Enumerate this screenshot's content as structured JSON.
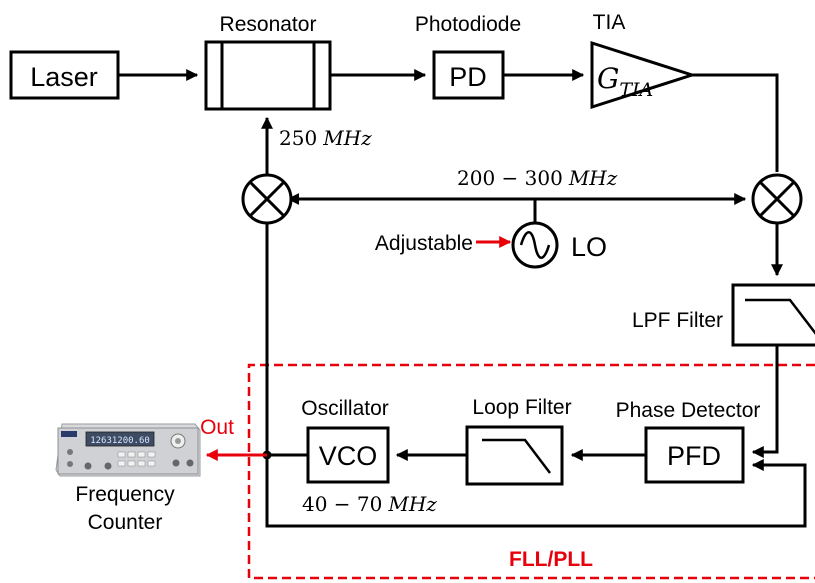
{
  "blocks": {
    "laser": "Laser",
    "resonator": "Resonator",
    "photodiode": "Photodiode",
    "pd": "PD",
    "tia": "TIA",
    "tia_gain_main": "G",
    "tia_gain_sub": "TIA",
    "lo": "LO",
    "lpf": "LPF Filter",
    "phase_detector": "Phase Detector",
    "pfd": "PFD",
    "loop_filter": "Loop Filter",
    "oscillator": "Oscillator",
    "vco": "VCO",
    "counter_line1": "Frequency",
    "counter_line2": "Counter",
    "counter_display": "12631200.60"
  },
  "labels": {
    "freq_250": "250",
    "freq_250_unit": "MHz",
    "freq_lo_range": "200 − 300",
    "freq_lo_unit": "MHz",
    "freq_vco_range": "40 − 70",
    "freq_vco_unit": "MHz",
    "adjustable": "Adjustable",
    "out": "Out",
    "loop_region": "FLL/PLL"
  },
  "colors": {
    "accent_red": "#e8000b",
    "line": "#000000"
  }
}
